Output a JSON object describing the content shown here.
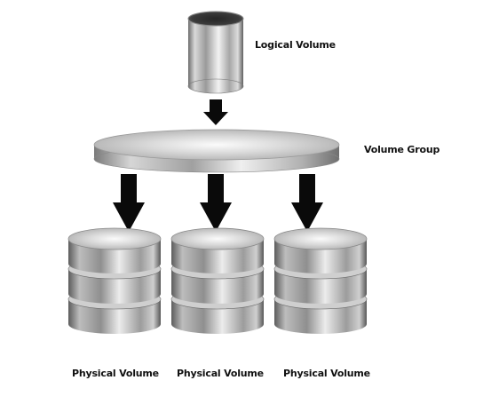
{
  "labels": {
    "logical_volume": "Logical Volume",
    "volume_group": "Volume Group",
    "physical_volumes": [
      "Physical Volume",
      "Physical Volume",
      "Physical Volume"
    ]
  },
  "colors": {
    "background": "#ffffff",
    "arrow": "#0a0a0a",
    "metal_light": "#f4f4f4",
    "metal_mid": "#bdbdbd",
    "metal_dark": "#5a5a5a",
    "label_text": "#111111"
  }
}
